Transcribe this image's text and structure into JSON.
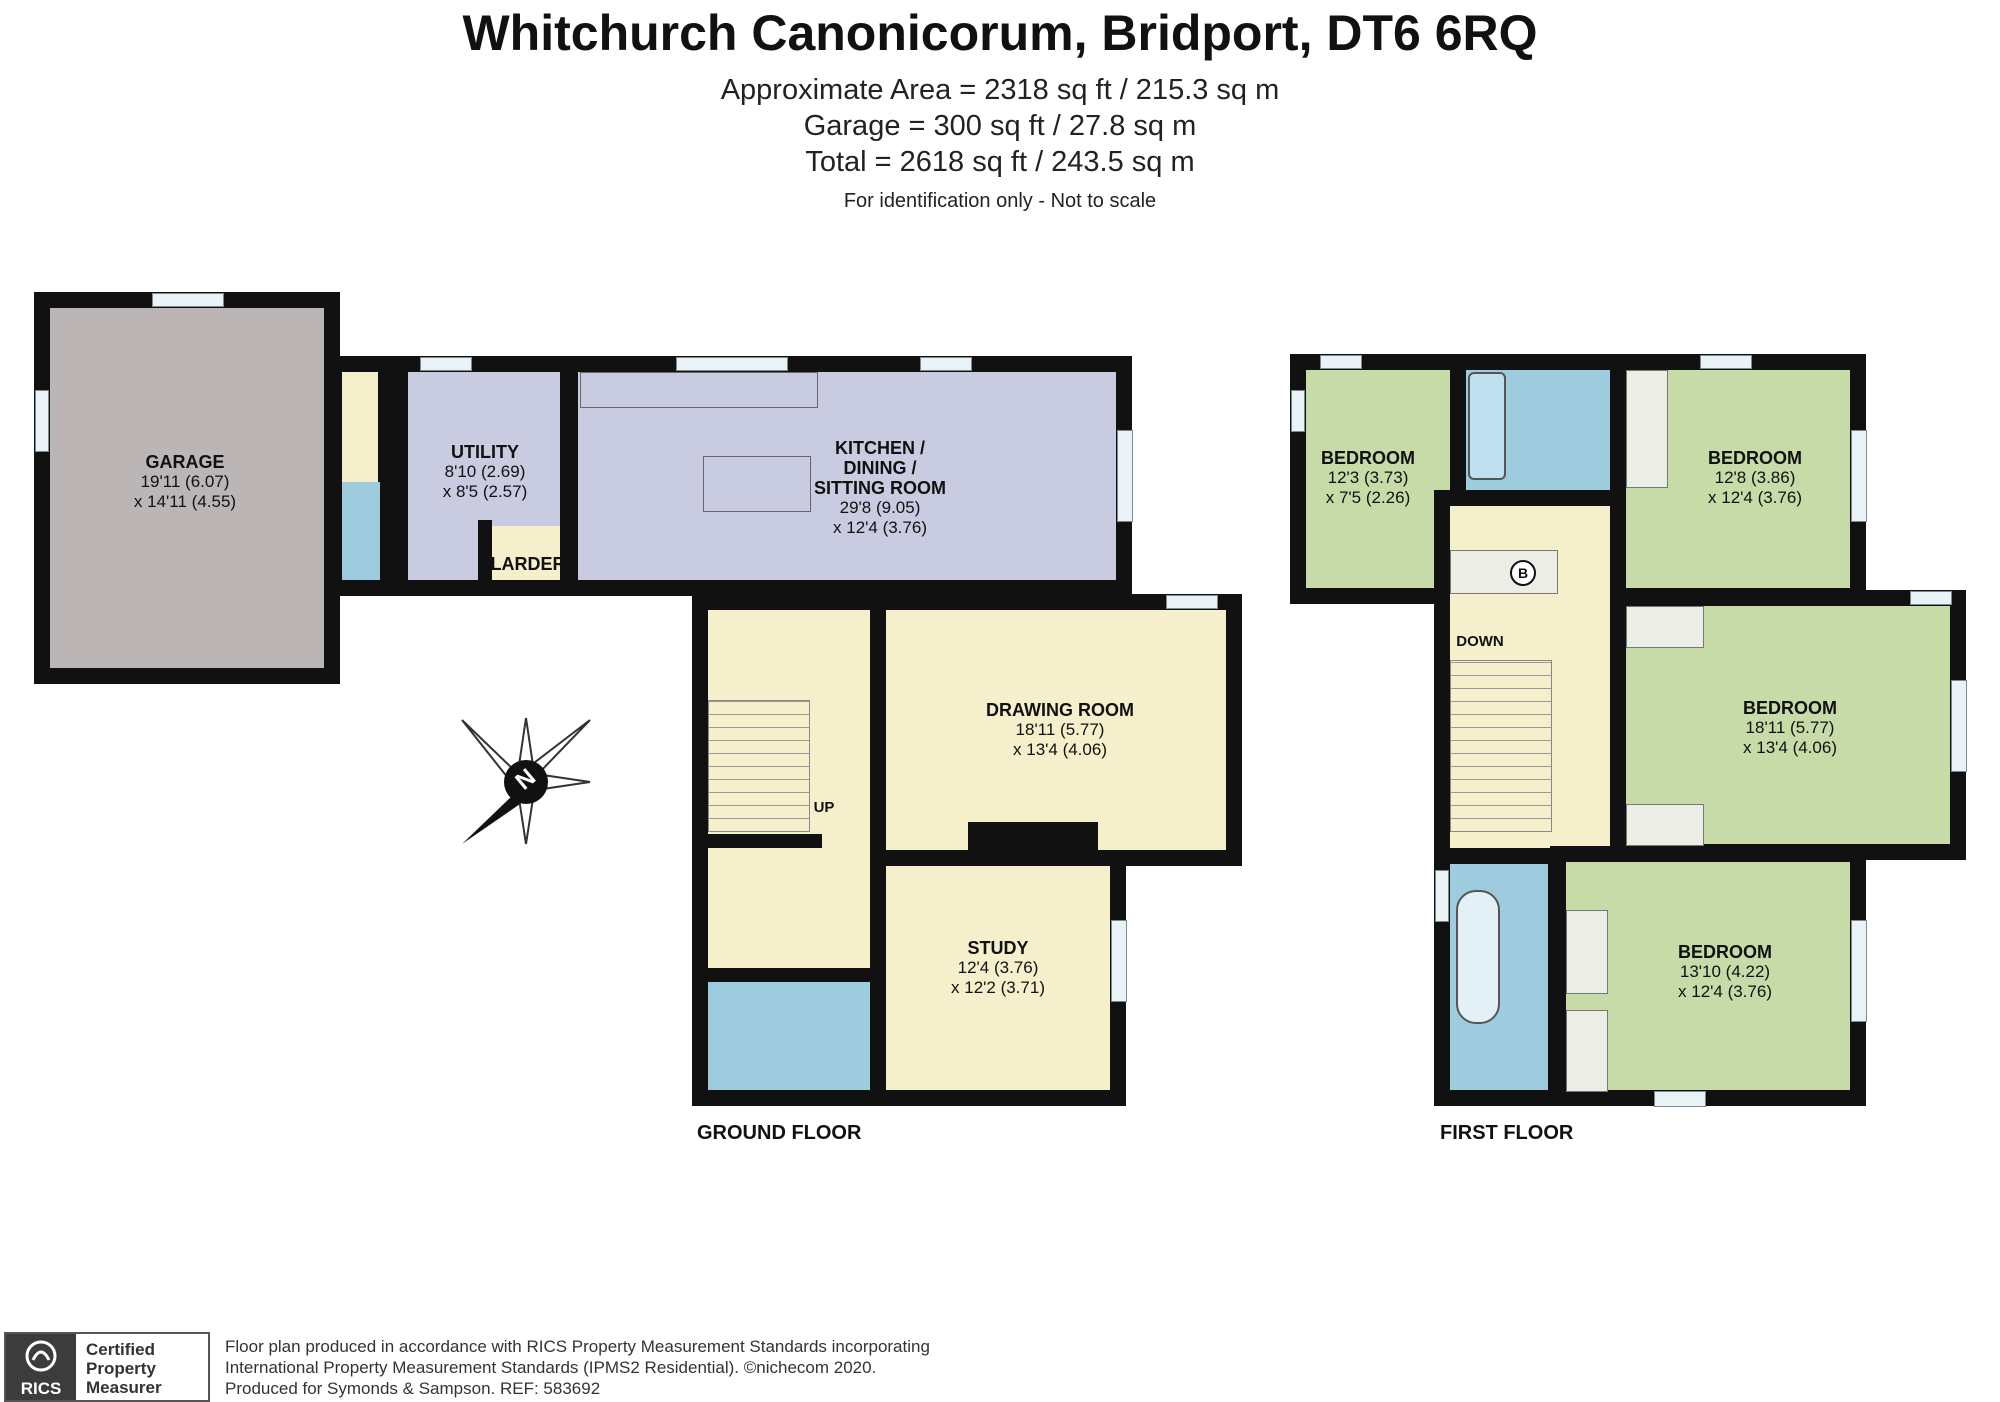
{
  "header": {
    "title": "Whitchurch Canonicorum, Bridport, DT6 6RQ",
    "area": "Approximate Area = 2318 sq ft / 215.3 sq m",
    "garage_area": "Garage = 300 sq ft / 27.8 sq m",
    "total": "Total = 2618 sq ft / 243.5 sq m",
    "note": "For identification only - Not to scale"
  },
  "colors": {
    "garage": "#bcb5b6",
    "service": "#c9cbe0",
    "hall": "#f5efcb",
    "bedroom": "#c7dba8",
    "bathroom": "#9fcbde",
    "wall": "#111111"
  },
  "ground_floor": {
    "label": "GROUND FLOOR",
    "garage": {
      "name": "GARAGE",
      "dim1": "19'11 (6.07)",
      "dim2": "x 14'11 (4.55)"
    },
    "utility": {
      "name": "UTILITY",
      "dim1": "8'10 (2.69)",
      "dim2": "x 8'5 (2.57)"
    },
    "larder": {
      "name": "LARDER"
    },
    "kitchen": {
      "name1": "KITCHEN /",
      "name2": "DINING /",
      "name3": "SITTING ROOM",
      "dim1": "29'8 (9.05)",
      "dim2": "x 12'4 (3.76)"
    },
    "drawing_room": {
      "name": "DRAWING ROOM",
      "dim1": "18'11 (5.77)",
      "dim2": "x 13'4 (4.06)"
    },
    "study": {
      "name": "STUDY",
      "dim1": "12'4 (3.76)",
      "dim2": "x 12'2 (3.71)"
    },
    "stairs_label": "UP"
  },
  "first_floor": {
    "label": "FIRST FLOOR",
    "bedroom1": {
      "name": "BEDROOM",
      "dim1": "12'3 (3.73)",
      "dim2": "x 7'5 (2.26)"
    },
    "bedroom2": {
      "name": "BEDROOM",
      "dim1": "12'8 (3.86)",
      "dim2": "x 12'4 (3.76)"
    },
    "bedroom3": {
      "name": "BEDROOM",
      "dim1": "18'11 (5.77)",
      "dim2": "x 13'4 (4.06)"
    },
    "bedroom4": {
      "name": "BEDROOM",
      "dim1": "13'10 (4.22)",
      "dim2": "x 12'4 (3.76)"
    },
    "stairs_label": "DOWN",
    "boiler_label": "B"
  },
  "compass": {
    "label": "N"
  },
  "footer": {
    "badge_logo": "RICS",
    "badge_line1": "Certified",
    "badge_line2": "Property",
    "badge_line3": "Measurer",
    "line1": "Floor plan produced in accordance with RICS Property Measurement Standards incorporating",
    "line2": "International Property Measurement Standards (IPMS2 Residential).  ©nichecom 2020.",
    "line3": "Produced for Symonds & Sampson.   REF:  583692"
  }
}
